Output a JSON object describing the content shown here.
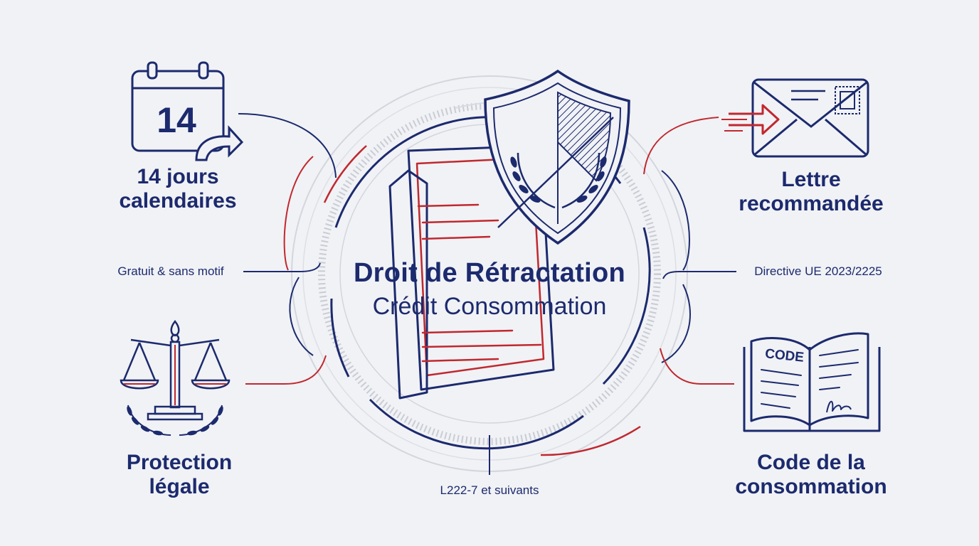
{
  "center": {
    "title": "Droit de Rétractation",
    "subtitle": "Crédit Consommation"
  },
  "nodes": {
    "calendar": {
      "label_line1": "14 jours",
      "label_line2": "calendaires",
      "icon": "calendar-icon",
      "icon_text": "14"
    },
    "letter": {
      "label_line1": "Lettre",
      "label_line2": "recommandée",
      "icon": "envelope-icon"
    },
    "protection": {
      "label_line1": "Protection",
      "label_line2": "légale",
      "icon": "scales-icon"
    },
    "code": {
      "label_line1": "Code de la",
      "label_line2": "consommation",
      "icon": "book-icon",
      "icon_text": "CODE"
    }
  },
  "annotations": {
    "left": "Gratuit & sans motif",
    "right": "Directive UE 2023/2225",
    "bottom": "L222-7 et suivants"
  },
  "colors": {
    "navy": "#1c2a6e",
    "red": "#c0282f",
    "grey": "#c6c9d1",
    "background": "#f1f2f5"
  }
}
